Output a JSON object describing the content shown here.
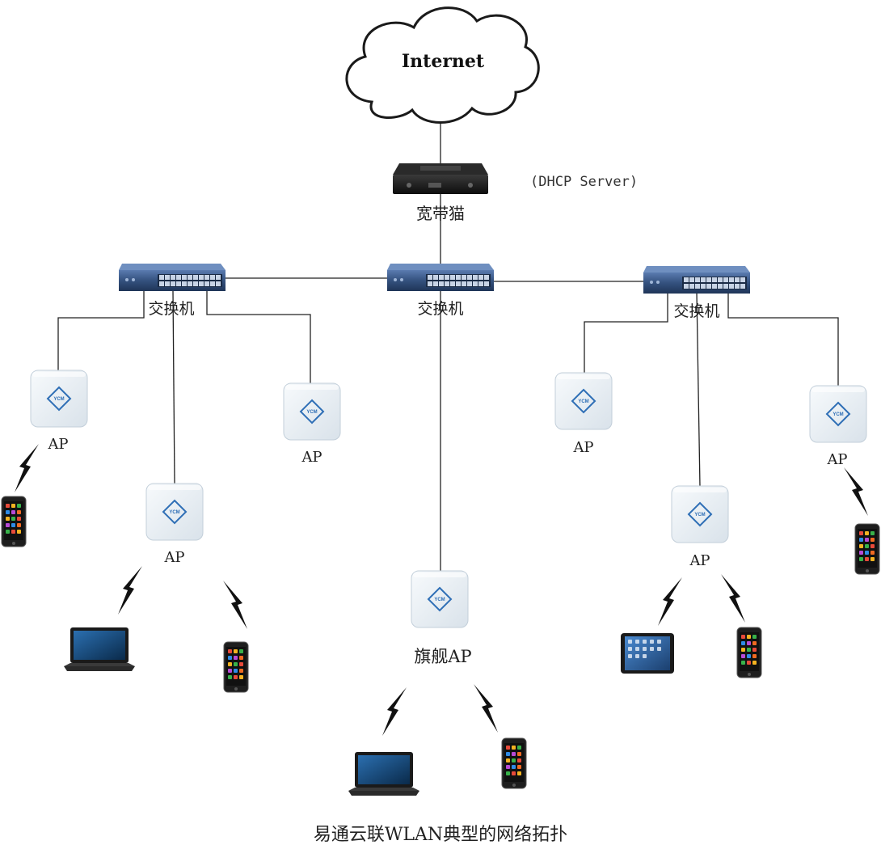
{
  "internet_label": "Internet",
  "dhcp_label": "(DHCP Server)",
  "modem_label": "宽带猫",
  "switch_label": "交换机",
  "ap_label": "AP",
  "flagship_ap_label": "旗舰AP",
  "ap_brand_text": "YCM",
  "caption": "易通云联WLAN典型的网络拓扑",
  "colors": {
    "line": "#222222",
    "switch_body": "#2e4a72",
    "ap_body": "#eaf0f6",
    "ap_logo": "#2f6fb6",
    "phone_body": "#222222",
    "lightning": "#111111"
  }
}
